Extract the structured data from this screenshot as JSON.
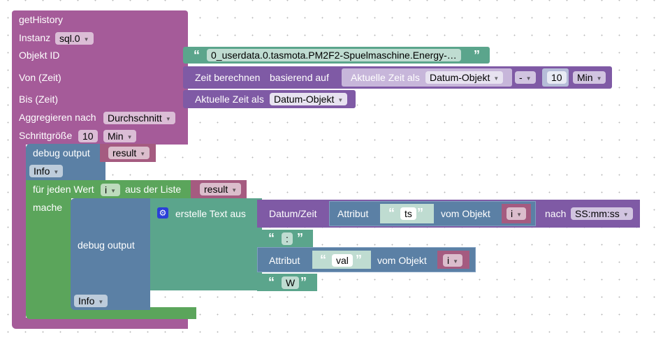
{
  "getHistory": {
    "title": "getHistory",
    "instance_label": "Instanz",
    "instance_value": "sql.0",
    "object_id_label": "Objekt ID",
    "object_id_value": "0_userdata.0.tasmota.PM2F2-Spuelmaschine.Energy-…",
    "from_label": "Von (Zeit)",
    "to_label": "Bis (Zeit)",
    "aggregate_label": "Aggregieren nach",
    "aggregate_value": "Durchschnitt",
    "step_label": "Schrittgröße",
    "step_value": "10",
    "step_unit": "Min"
  },
  "time_calc": {
    "label": "Zeit berechnen",
    "based_on_label": "basierend auf",
    "current_time_label": "Aktuelle Zeit als",
    "current_time_format": "Datum-Objekt",
    "operator": "-",
    "amount": "10",
    "unit": "Min"
  },
  "to_time": {
    "label": "Aktuelle Zeit als",
    "format": "Datum-Objekt"
  },
  "debug1": {
    "label": "debug output",
    "variable": "result",
    "level": "Info"
  },
  "foreach": {
    "label": "für jeden Wert",
    "variable": "i",
    "from_list_label": "aus der Liste",
    "list": "result",
    "do_label": "mache"
  },
  "debug2": {
    "label": "debug output",
    "level": "Info"
  },
  "text_join": {
    "label": "erstelle Text aus",
    "gear_icon": "gear-icon",
    "date_label": "Datum/Zeit",
    "attr1_label": "Attribut",
    "attr1_name": "ts",
    "attr1_of_label": "vom Objekt",
    "attr1_obj": "i",
    "format_label": "nach",
    "format_value": "SS:mm:ss",
    "sep": ":",
    "attr2_label": "Attribut",
    "attr2_name": "val",
    "attr2_of_label": "vom Objekt",
    "attr2_obj": "i",
    "suffix": "W"
  },
  "glyphs": {
    "open_quote": "“",
    "close_quote": "”",
    "arrow": "▼"
  }
}
